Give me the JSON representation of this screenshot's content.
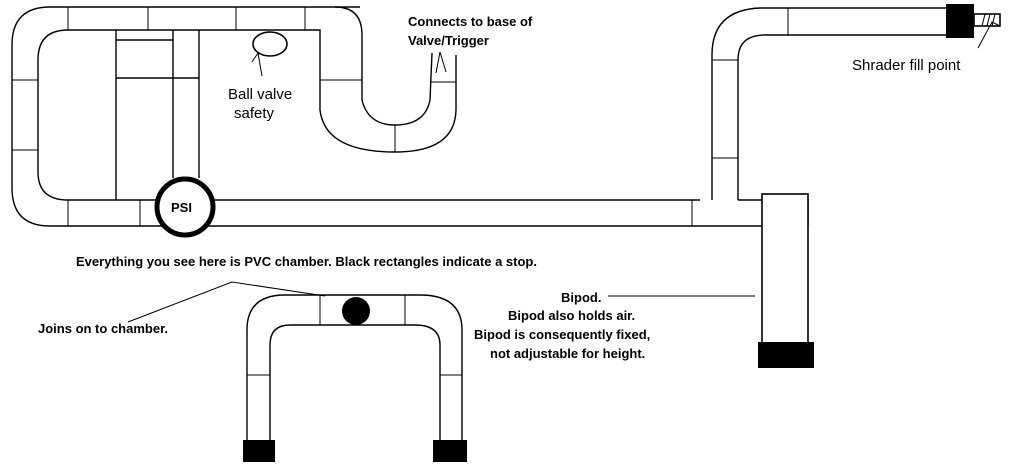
{
  "labels": {
    "connects_line1": "Connects to base of",
    "connects_line2": "Valve/Trigger",
    "ball_valve_line1": "Ball valve",
    "ball_valve_line2": "safety",
    "gauge": "PSI",
    "shrader": "Shrader fill point",
    "everything": "Everything you see here is PVC chamber. Black rectangles indicate a stop.",
    "joins": "Joins on to chamber.",
    "bipod_line1": "Bipod.",
    "bipod_line2": "Bipod also holds air.",
    "bipod_line3": "Bipod is consequently fixed,",
    "bipod_line4": "not adjustable for height."
  },
  "colors": {
    "line": "#000000",
    "fill": "#ffffff",
    "stop": "#000000"
  }
}
